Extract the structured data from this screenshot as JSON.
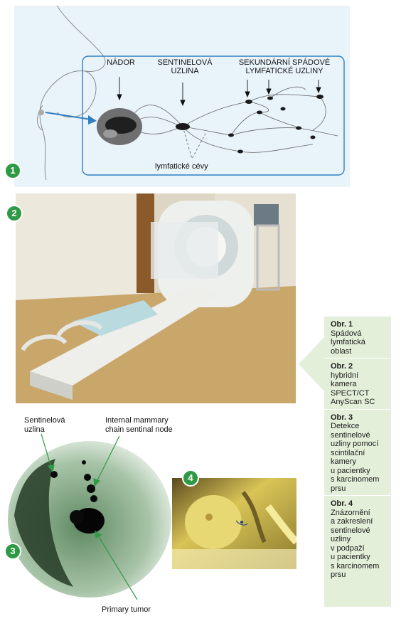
{
  "figure1": {
    "badge": "1",
    "label_tumor": "NÁDOR",
    "label_sentinel_1": "SENTINELOVÁ",
    "label_sentinel_2": "UZLINA",
    "label_secondary_1": "SEKUNDÁRNÍ SPÁDOVÉ",
    "label_secondary_2": "LYMFATICKÉ UZLINY",
    "label_vessels": "lymfatické cévy"
  },
  "figure2": {
    "badge": "2"
  },
  "figure3": {
    "badge": "3",
    "label_sentinel_1": "Sentinelová",
    "label_sentinel_2": "uzlina",
    "label_internal_1": "Internal mammary",
    "label_internal_2": "chain sentinal node",
    "label_primary": "Primary tumor"
  },
  "figure4": {
    "badge": "4"
  },
  "captions": [
    {
      "title": "Obr. 1",
      "text": [
        "Spádová",
        "lymfatická",
        "oblast"
      ]
    },
    {
      "title": "Obr. 2",
      "text": [
        "hybridní",
        "kamera",
        "SPECT/CT",
        "AnyScan SC"
      ]
    },
    {
      "title": "Obr. 3",
      "text": [
        "Detekce",
        "sentinelové",
        "uzliny pomocí",
        "scintilační",
        "kamery",
        "u pacientky",
        "s karcinomem",
        "prsu"
      ]
    },
    {
      "title": "Obr. 4",
      "text": [
        "Znázornění",
        "a zakreslení",
        "sentinelové",
        "uzliny",
        "v podpaží",
        "u pacientky",
        "s karcinomem",
        "prsu"
      ]
    }
  ],
  "colors": {
    "accent": "#2f9a45",
    "caption_bg": "#e4efda",
    "diagram_bg": "#e9f3fa",
    "arrow_blue": "#2f7fc1"
  }
}
